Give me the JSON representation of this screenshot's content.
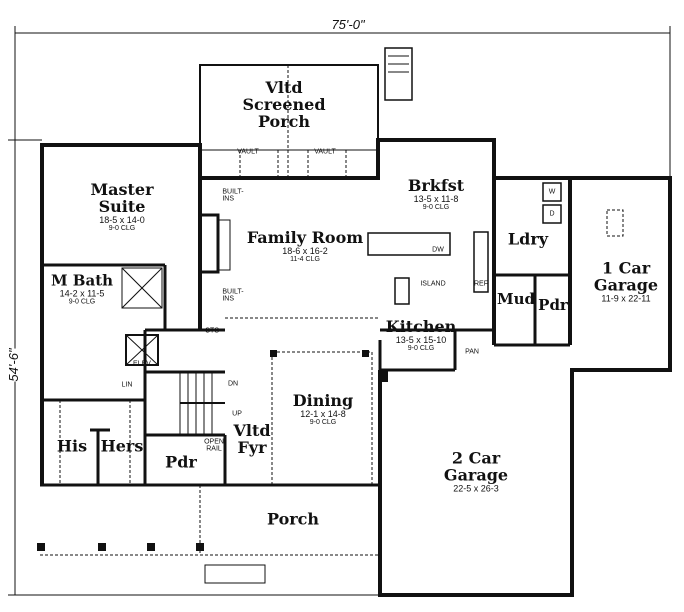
{
  "dimensions": {
    "overall_width": "75'-0\"",
    "overall_depth": "54'-6\""
  },
  "rooms": {
    "screened_porch": {
      "name_1": "Vltd",
      "name_2": "Screened",
      "name_3": "Porch"
    },
    "master_suite": {
      "name_1": "Master",
      "name_2": "Suite",
      "size": "18-5 x 14-0",
      "ceiling": "9-0 CLG"
    },
    "master_bath": {
      "name": "M Bath",
      "size": "14-2 x 11-5",
      "ceiling": "9-0 CLG"
    },
    "family_room": {
      "name": "Family Room",
      "size": "18-6 x 16-2",
      "ceiling": "11-4 CLG"
    },
    "breakfast": {
      "name": "Brkfst",
      "size": "13-5 x 11-8",
      "ceiling": "9-0 CLG"
    },
    "kitchen": {
      "name": "Kitchen",
      "size": "13-5 x 15-10",
      "ceiling": "9-0 CLG"
    },
    "laundry": {
      "name": "Ldry"
    },
    "mud": {
      "name": "Mud"
    },
    "powder_right": {
      "name": "Pdr"
    },
    "garage_1": {
      "name_1": "1 Car",
      "name_2": "Garage",
      "size": "11-9 x 22-11"
    },
    "dining": {
      "name": "Dining",
      "size": "12-1 x 14-8",
      "ceiling": "9-0 CLG"
    },
    "foyer": {
      "name_1": "Vltd",
      "name_2": "Fyr"
    },
    "powder_left": {
      "name": "Pdr"
    },
    "his_closet": {
      "name": "His"
    },
    "hers_closet": {
      "name": "Hers"
    },
    "garage_2": {
      "name_1": "2 Car",
      "name_2": "Garage",
      "size": "22-5 x 26-3"
    },
    "porch": {
      "name": "Porch"
    }
  },
  "annotations": {
    "vault_left": "VAULT",
    "vault_right": "VAULT",
    "builtins_top_1": "BUILT-",
    "builtins_top_2": "INS",
    "builtins_bottom_1": "BUILT-",
    "builtins_bottom_2": "INS",
    "cts": "CTS",
    "elev": "ELEV",
    "lin": "LIN",
    "dn": "DN",
    "up": "UP",
    "open_rail_1": "OPEN",
    "open_rail_2": "RAIL",
    "island": "ISLAND",
    "dw": "DW",
    "ref": "REF",
    "pan": "PAN",
    "washer": "W",
    "dryer": "D"
  }
}
